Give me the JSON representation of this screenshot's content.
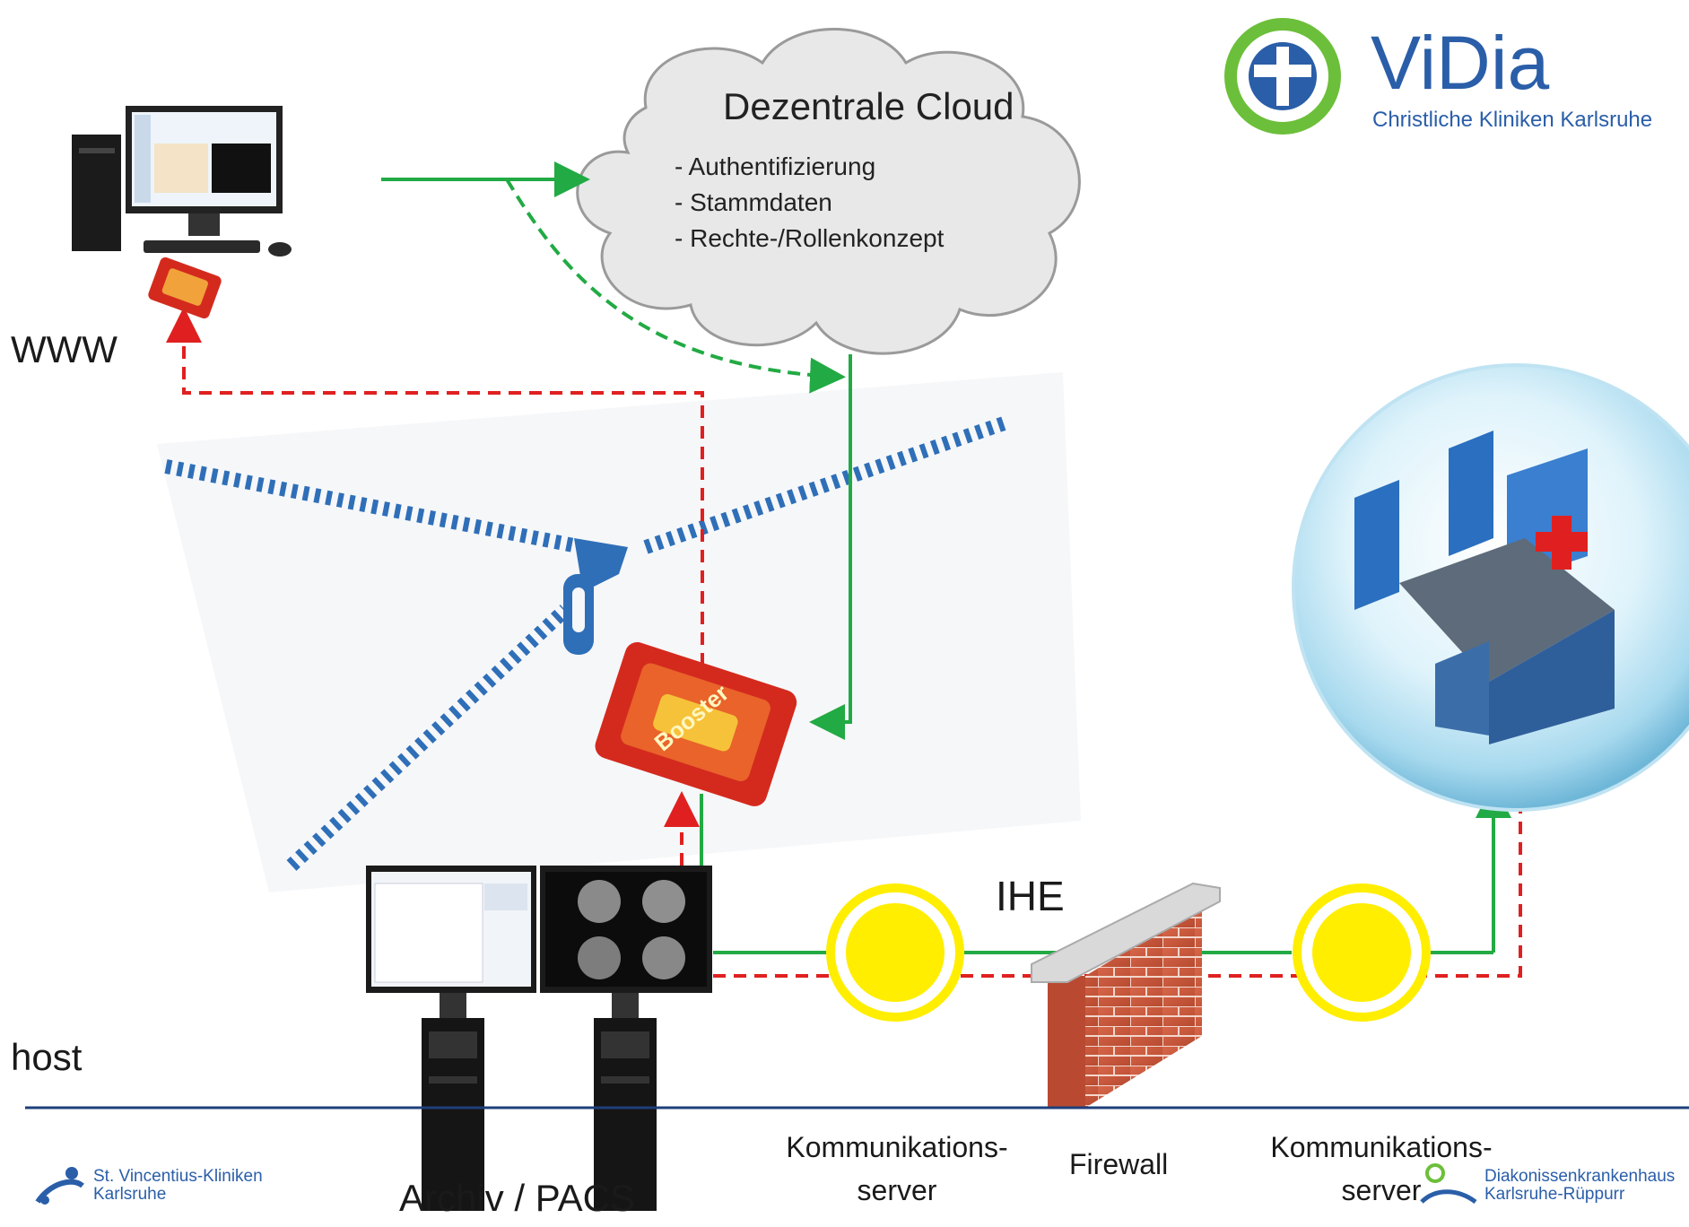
{
  "cloud": {
    "title": "Dezentrale Cloud",
    "items": [
      "- Authentifizierung",
      "- Stammdaten",
      "- Rechte-/Rollenkonzept"
    ]
  },
  "brand": {
    "logo_text": "ViDia",
    "subtitle": "Christliche Kliniken Karlsruhe"
  },
  "labels": {
    "www": "WWW",
    "host": "host",
    "ihe": "IHE",
    "archive": "Archiv / PACS",
    "comm_server_left_1": "Kommunikations-",
    "comm_server_left_2": "server",
    "firewall": "Firewall",
    "comm_server_right_1": "Kommunikations-",
    "comm_server_right_2": "server"
  },
  "footer": {
    "left_logo_line1": "St. Vincentius-Kliniken",
    "left_logo_line2": "Karlsruhe",
    "right_logo_line1": "Diakonissenkrankenhaus",
    "right_logo_line2": "Karlsruhe-Rüppurr"
  },
  "devices": {
    "booster_label": "Booster"
  },
  "colors": {
    "green_line": "#22aa44",
    "red_dashed": "#e02020",
    "node_yellow": "#ffee00",
    "zipper_blue": "#2f6fb8",
    "brand_green": "#6cbf3a",
    "brand_blue": "#2a5ea8",
    "footer_line": "#1f3f7a"
  }
}
